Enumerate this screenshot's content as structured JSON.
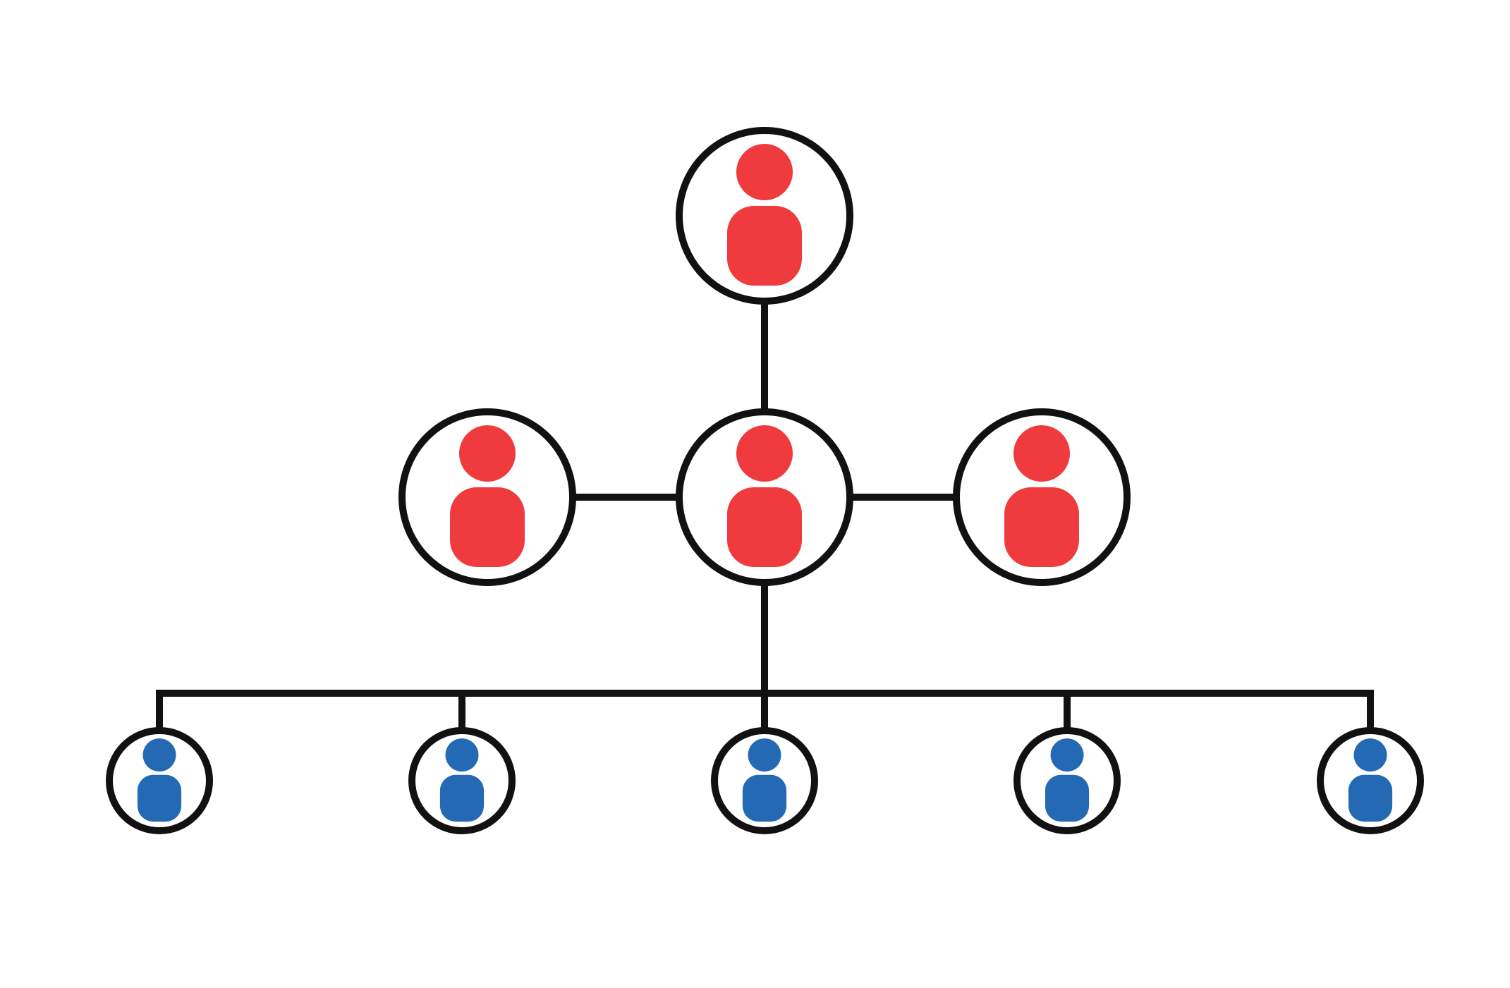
{
  "colors": {
    "background": "#ffffff",
    "line": "#111111",
    "leader": "#ef3b3d",
    "member": "#2469b3"
  },
  "nodes": [
    {
      "id": "top",
      "role": "leader",
      "icon": "person-icon"
    },
    {
      "id": "left",
      "role": "leader",
      "icon": "person-icon"
    },
    {
      "id": "center",
      "role": "leader",
      "icon": "person-icon"
    },
    {
      "id": "right",
      "role": "leader",
      "icon": "person-icon"
    },
    {
      "id": "member-1",
      "role": "member",
      "icon": "person-icon"
    },
    {
      "id": "member-2",
      "role": "member",
      "icon": "person-icon"
    },
    {
      "id": "member-3",
      "role": "member",
      "icon": "person-icon"
    },
    {
      "id": "member-4",
      "role": "member",
      "icon": "person-icon"
    },
    {
      "id": "member-5",
      "role": "member",
      "icon": "person-icon"
    }
  ]
}
